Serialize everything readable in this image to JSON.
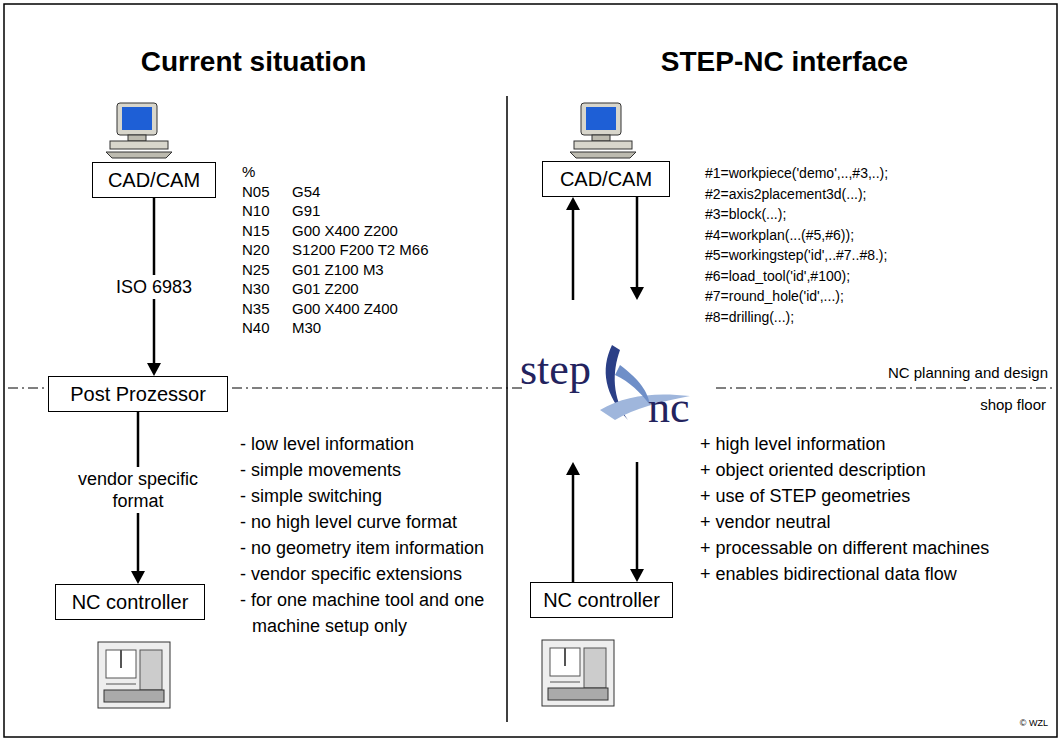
{
  "diagram": {
    "nodes": [
      {
        "text": [
          "CAD/CAM"
        ]
      },
      {
        "text": [
          "Post Prozessor"
        ]
      },
      {
        "text": [
          "NC controller"
        ]
      },
      {
        "text": [
          "CAD/CAM"
        ]
      },
      {
        "text": [
          "NC controller"
        ]
      }
    ],
    "edges": [
      {
        "from": 0,
        "to": 1,
        "arrow": "to",
        "label": "ISO 6983"
      },
      {
        "from": 1,
        "to": 2,
        "arrow": "to",
        "label": "vendor specific format"
      },
      {
        "from": 3,
        "to": 4,
        "arrow": "to"
      },
      {
        "from": 4,
        "to": 3,
        "arrow": "to"
      }
    ],
    "labels": [
      "Current situation",
      "STEP-NC interface",
      "%",
      "N05",
      "G54",
      "N10",
      "G91",
      "N15",
      "G00 X400 Z200",
      "N20",
      "S1200 F200 T2 M66",
      "N25",
      "G01 Z100 M3",
      "N30",
      "G01 Z200",
      "N35",
      "G00 X400 Z400",
      "N40",
      "M30",
      "#1=workpiece('demo',..,#3,..);",
      "#2=axis2placement3d(...);",
      "#3=block(...);",
      "#4=workplan(...(#5,#6));",
      "#5=workingstep('id',..#7..#8.);",
      "#6=load_tool('id',#100);",
      "#7=round_hole('id',...);",
      "#8=drilling(...);",
      "NC planning and design",
      "shop floor",
      "step",
      "nc",
      "- low level information",
      "- simple movements",
      "- simple switching",
      "- no high level curve format",
      "- no geometry item information",
      "- vendor specific extensions",
      "- for one machine tool and one machine setup only",
      "+ high level information",
      "+ object oriented description",
      "+ use of STEP geometries",
      "+ vendor neutral",
      "+ processable on different machines",
      "+ enables bidirectional data flow",
      "© WZL"
    ]
  }
}
